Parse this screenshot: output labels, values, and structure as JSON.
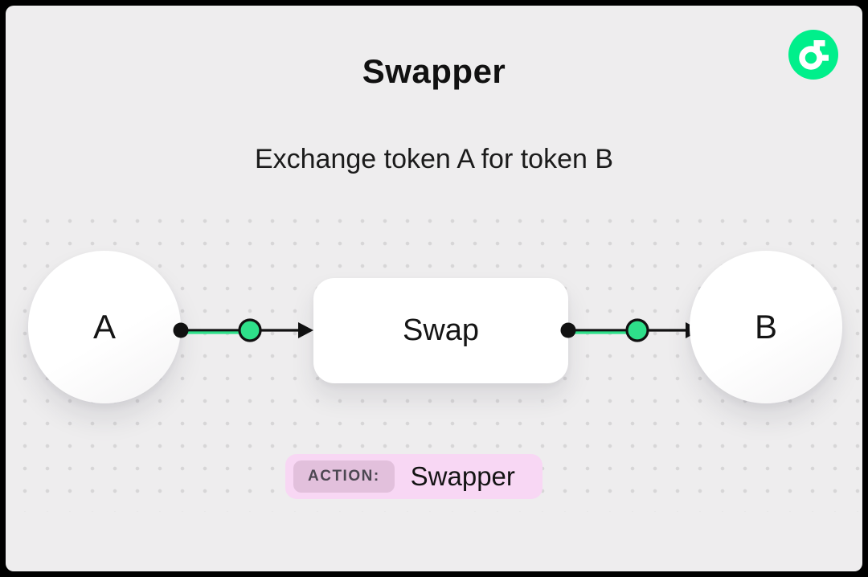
{
  "header": {
    "title": "Swapper",
    "subtitle": "Exchange token A for token B"
  },
  "logo": {
    "name": "flow-logo",
    "color": "#00EF8B"
  },
  "diagram": {
    "node_a_label": "A",
    "swap_label": "Swap",
    "node_b_label": "B",
    "flow": [
      "A",
      "Swap",
      "B"
    ]
  },
  "action_badge": {
    "label": "ACTION:",
    "value": "Swapper"
  },
  "colors": {
    "background": "#eeedee",
    "frame": "#000000",
    "accent_green": "#2ee08a",
    "logo_green": "#00EF8B",
    "badge_pink": "#f8d7f4",
    "badge_label_pink": "#e2c0dc",
    "text": "#141414"
  }
}
